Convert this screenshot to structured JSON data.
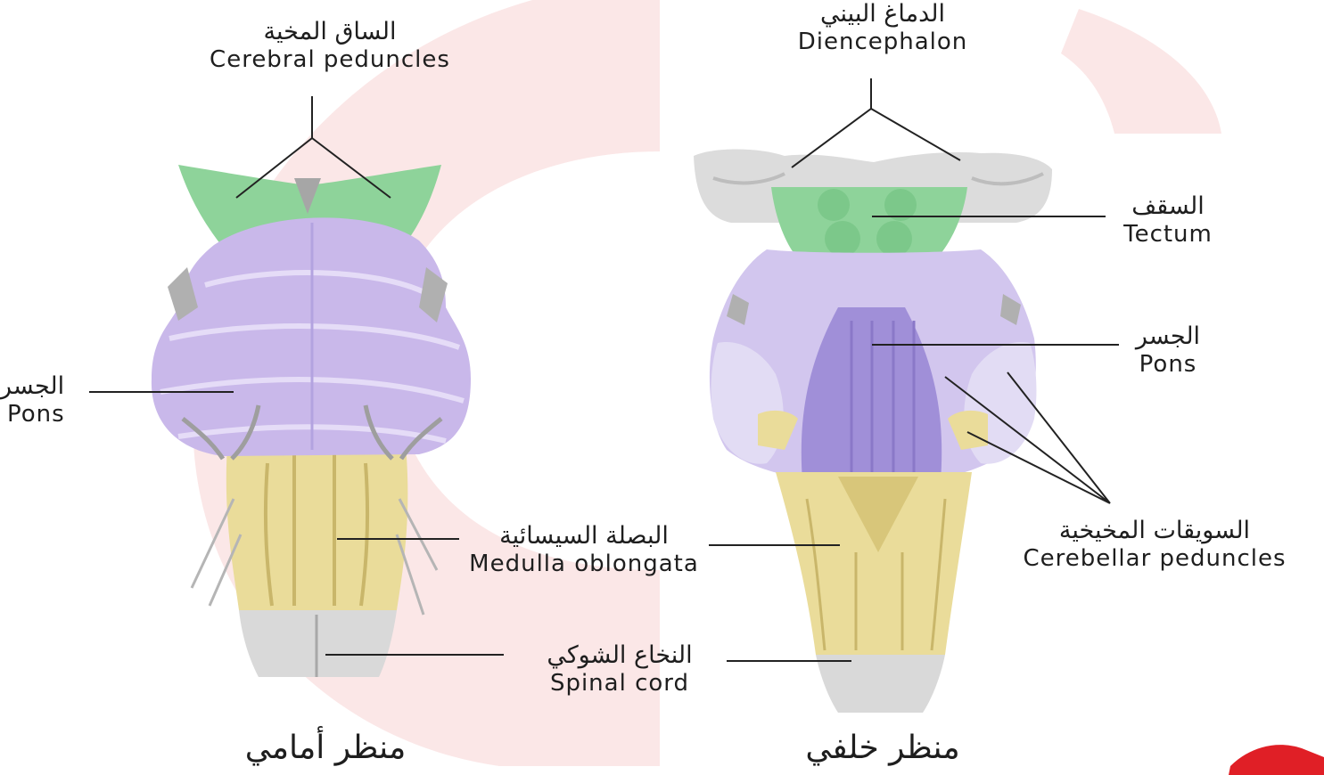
{
  "colors": {
    "watermark": "#fbe7e7",
    "peduncle_green": "#8ed39a",
    "pons_lavender": "#c9b8ea",
    "pons_deep": "#a08fd8",
    "medulla_yellow": "#eadc9a",
    "spinal_gray": "#d9d9d9",
    "leader_line": "#222222",
    "corner_red": "#e01f26"
  },
  "anterior_view": {
    "title": "منظر أمامي",
    "labels": {
      "cerebral_peduncles": {
        "ar": "الساق المخية",
        "en": "Cerebral peduncles"
      },
      "pons": {
        "ar": "الجسر",
        "en": "Pons"
      },
      "medulla": {
        "ar": "البصلة السيسائية",
        "en": "Medulla oblongata"
      },
      "spinal_cord": {
        "ar": "النخاع الشوكي",
        "en": "Spinal cord"
      }
    }
  },
  "posterior_view": {
    "title": "منظر خلفي",
    "labels": {
      "diencephalon": {
        "ar": "الدماغ البيني",
        "en": "Diencephalon"
      },
      "tectum": {
        "ar": "السقف",
        "en": "Tectum"
      },
      "pons": {
        "ar": "الجسر",
        "en": "Pons"
      },
      "cerebellar_peduncles": {
        "ar": "السويقات المخيخية",
        "en": "Cerebellar peduncles"
      }
    }
  }
}
